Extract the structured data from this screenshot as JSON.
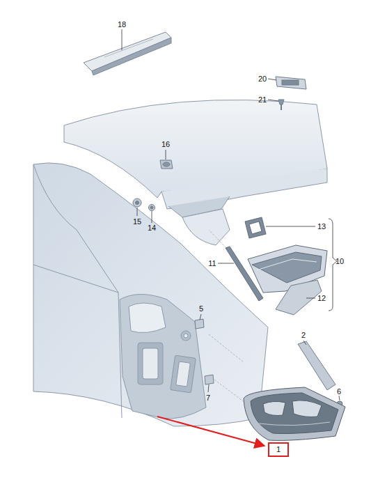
{
  "diagram": {
    "nodes": [
      {
        "text": [
          "1"
        ]
      }
    ],
    "labels": [
      "18",
      "20",
      "21",
      "16",
      "15",
      "14",
      "13",
      "11",
      "10",
      "12",
      "5",
      "2",
      "6",
      "7"
    ]
  }
}
